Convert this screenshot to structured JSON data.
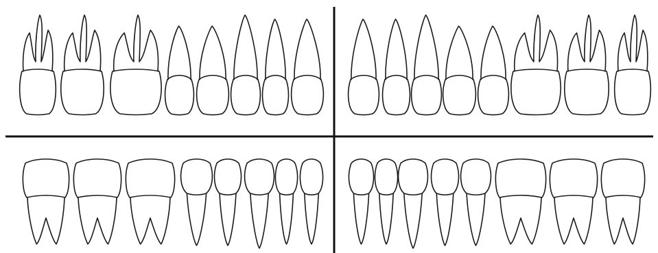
{
  "diagram": {
    "colors": {
      "outline": "#1a1a1a",
      "divider": "#111111",
      "fill": "#ffffff"
    },
    "quadrants": [
      {
        "id": "upper-right",
        "arch": "upper",
        "teeth": [
          "molar3",
          "molar3",
          "molar3",
          "premolar",
          "premolar",
          "canine",
          "incisor-lateral",
          "incisor-central"
        ]
      },
      {
        "id": "upper-left",
        "arch": "upper",
        "teeth": [
          "incisor-central",
          "incisor-lateral",
          "canine",
          "premolar",
          "premolar",
          "molar3",
          "molar3",
          "molar3"
        ]
      },
      {
        "id": "lower-right",
        "arch": "lower",
        "teeth": [
          "molar2",
          "molar2",
          "molar2",
          "premolar",
          "premolar",
          "canine",
          "incisor-lateral",
          "incisor-central"
        ]
      },
      {
        "id": "lower-left",
        "arch": "lower",
        "teeth": [
          "incisor-central",
          "incisor-lateral",
          "canine",
          "premolar",
          "premolar",
          "molar2",
          "molar2",
          "molar2"
        ]
      }
    ]
  }
}
